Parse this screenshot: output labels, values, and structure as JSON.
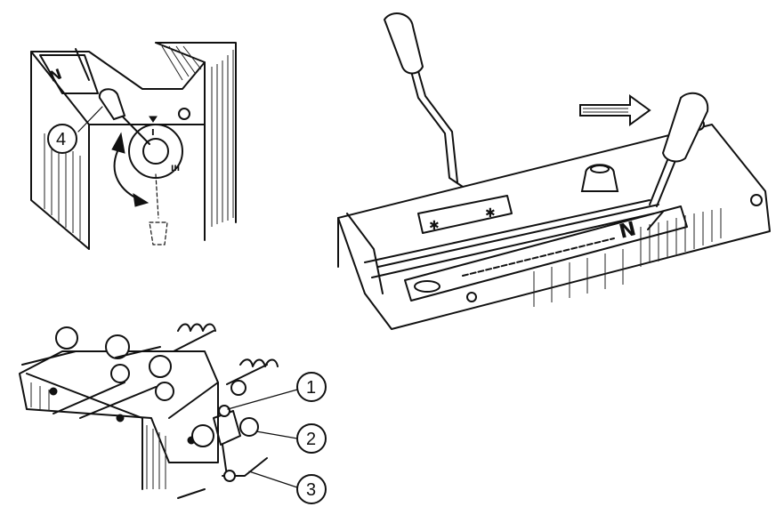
{
  "callouts": [
    {
      "id": "1",
      "label": "1"
    },
    {
      "id": "2",
      "label": "2"
    },
    {
      "id": "3",
      "label": "3"
    },
    {
      "id": "4",
      "label": "4"
    }
  ],
  "plates": {
    "top_left_plate": "N",
    "right_console_plate": "N"
  },
  "dial_marks": {
    "upper": "I",
    "lower": "III"
  },
  "icons": [
    "direction-arrow-icon",
    "rotation-arrow-icon",
    "snowflake-icon"
  ]
}
